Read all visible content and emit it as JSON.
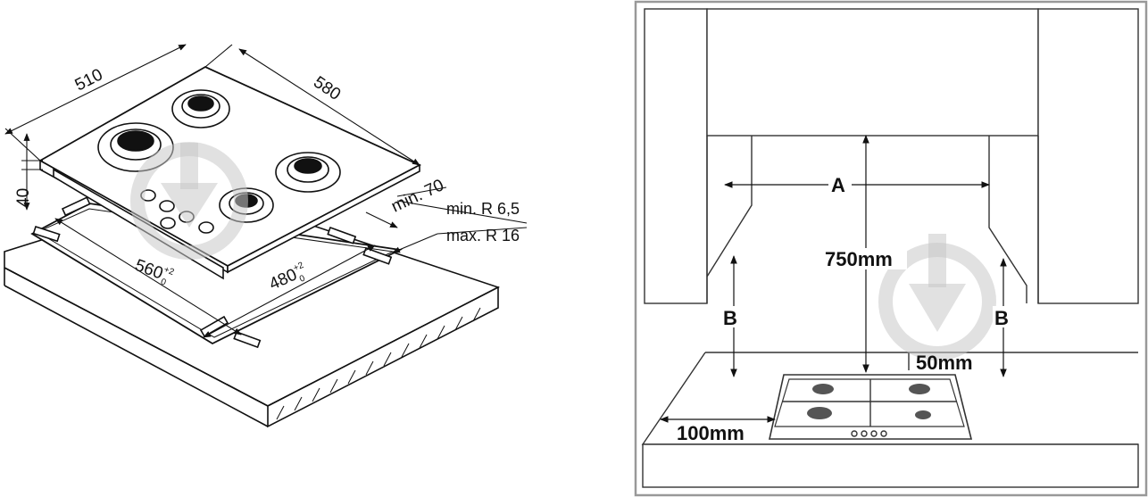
{
  "left_drawing": {
    "dim_width": "510",
    "dim_depth": "580",
    "dim_height": "40",
    "dim_min_clearance": "min. 70",
    "radius_min": "min. R 6,5",
    "radius_max": "max. R 16",
    "cutout_width": "560",
    "cutout_width_tol_upper": "+2",
    "cutout_width_tol_lower": "0",
    "cutout_depth": "480",
    "cutout_depth_tol_upper": "+2",
    "cutout_depth_tol_lower": "0"
  },
  "right_drawing": {
    "label_a": "A",
    "label_b_left": "B",
    "label_b_right": "B",
    "height_hood": "750mm",
    "side_gap": "50mm",
    "front_gap": "100mm"
  }
}
